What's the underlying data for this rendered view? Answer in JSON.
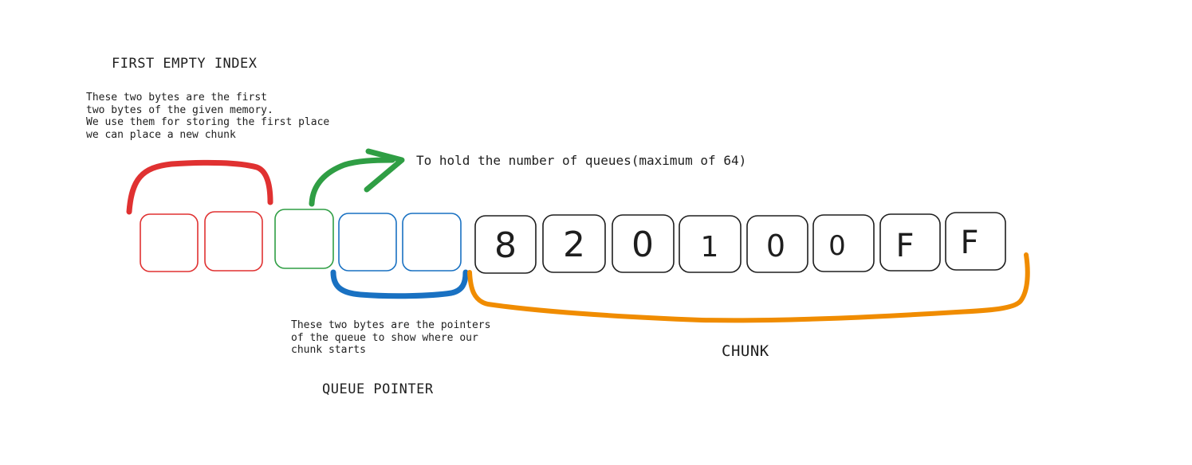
{
  "first_empty": {
    "title": "FIRST EMPTY INDEX",
    "description": [
      "These two bytes are the first",
      "two bytes of the given memory.",
      "We use them for storing the first place",
      "we can place a new chunk"
    ]
  },
  "queue_count_note": "To hold the number of queues(maximum of 64)",
  "queue_pointer": {
    "title": "QUEUE POINTER",
    "description": [
      "These two bytes are the pointers",
      "of the queue to show where our",
      "chunk starts"
    ]
  },
  "chunk": {
    "title": "CHUNK",
    "bytes": [
      "8",
      "2",
      "0",
      "1",
      "0",
      "0",
      "F",
      "F"
    ]
  },
  "colors": {
    "first_empty": "#e03131",
    "queue_count": "#2f9e44",
    "queue_pointer": "#1971c2",
    "chunk_brace": "#f08c00",
    "ink": "#1e1e1e"
  }
}
